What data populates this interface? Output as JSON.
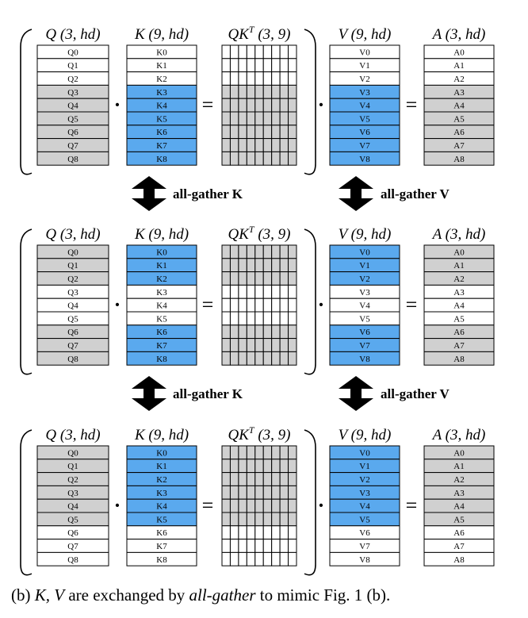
{
  "colors": {
    "highlight_blue": "#5aa9ee",
    "shaded_gray": "#d0d0d0",
    "white": "#ffffff",
    "line": "#000000"
  },
  "headers": {
    "q": "Q (3, hd)",
    "k": "K (9, hd)",
    "qkt_base": "QK",
    "qkt_sup": "T",
    "qkt_tail": " (3, 9)",
    "v": "V (9, hd)",
    "a": "A (3, hd)"
  },
  "operators": {
    "dot": "·",
    "equals": "="
  },
  "arrow_labels": {
    "k": "all-gather K",
    "v": "all-gather V"
  },
  "arrow_icon_name": "double-vertical-arrow-icon",
  "row_labels": {
    "q": [
      "Q0",
      "Q1",
      "Q2",
      "Q3",
      "Q4",
      "Q5",
      "Q6",
      "Q7",
      "Q8"
    ],
    "k": [
      "K0",
      "K1",
      "K2",
      "K3",
      "K4",
      "K5",
      "K6",
      "K7",
      "K8"
    ],
    "v": [
      "V0",
      "V1",
      "V2",
      "V3",
      "V4",
      "V5",
      "V6",
      "V7",
      "V8"
    ],
    "a": [
      "A0",
      "A1",
      "A2",
      "A3",
      "A4",
      "A5",
      "A6",
      "A7",
      "A8"
    ]
  },
  "stages": [
    {
      "local_rows": [
        3,
        4,
        5,
        6,
        7,
        8
      ],
      "kv_rows": [
        3,
        4,
        5,
        6,
        7,
        8
      ]
    },
    {
      "local_rows": [
        0,
        1,
        2,
        6,
        7,
        8
      ],
      "kv_rows": [
        0,
        1,
        2,
        6,
        7,
        8
      ]
    },
    {
      "local_rows": [
        0,
        1,
        2,
        3,
        4,
        5
      ],
      "kv_rows": [
        0,
        1,
        2,
        3,
        4,
        5
      ]
    }
  ],
  "caption": {
    "prefix": "(b) ",
    "kv": "K, V",
    "middle": " are exchanged by ",
    "emph": "all-gather",
    "suffix": " to mimic Fig. 1 (b)."
  }
}
